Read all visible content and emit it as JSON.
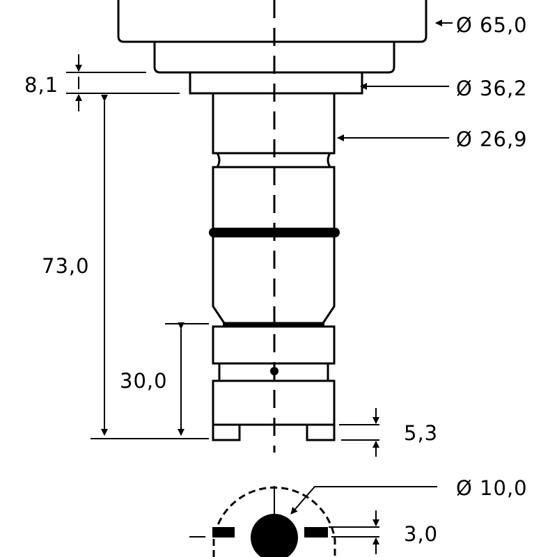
{
  "drawing": {
    "dimensions": {
      "dia_body": "Ø 65,0",
      "dia_flange": "Ø 36,2",
      "dia_shaft": "Ø 26,9",
      "flange_height": "8,1",
      "total_length": "73,0",
      "lower_section": "30,0",
      "foot_height": "5,3",
      "dia_contact": "Ø 10,0",
      "slot_width": "3,0"
    }
  }
}
